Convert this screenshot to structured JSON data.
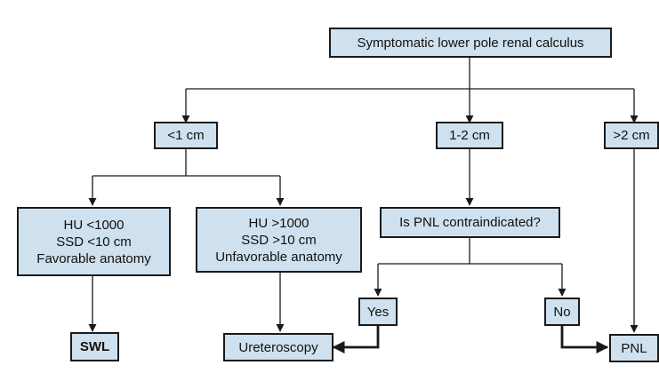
{
  "colors": {
    "node_fill": "#cfe1ee",
    "stroke": "#1a1a1a"
  },
  "nodes": {
    "root": "Symptomatic lower pole renal calculus",
    "lt1": "<1 cm",
    "mid": "1-2 cm",
    "gt2": ">2 cm",
    "fav": [
      "HU <1000",
      "SSD <10 cm",
      "Favorable anatomy"
    ],
    "unfav": [
      "HU >1000",
      "SSD >10 cm",
      "Unfavorable anatomy"
    ],
    "pnl_q": "Is PNL contraindicated?",
    "yes": "Yes",
    "no": "No",
    "swl": "SWL",
    "urs": "Ureteroscopy",
    "pnl": "PNL"
  }
}
